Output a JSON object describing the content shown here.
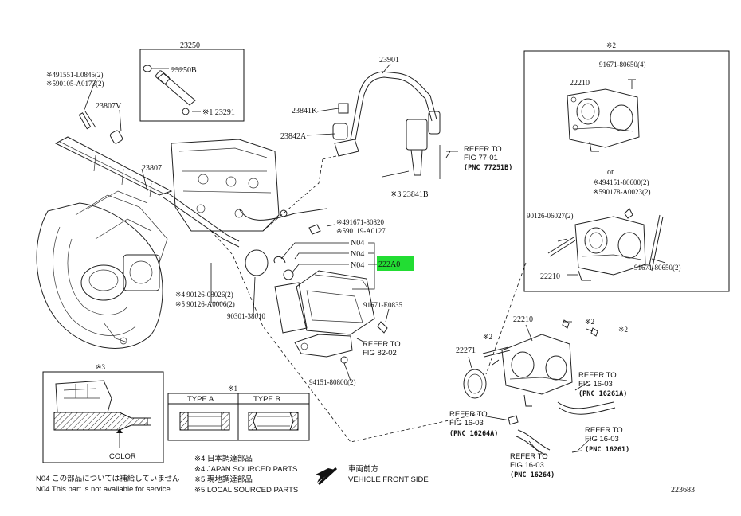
{
  "highlight_color": "#22dd33",
  "labels": {
    "p23250": "23250",
    "p23250b": "23250B",
    "p23291": "※1 23291",
    "p91551": "※491551-L0845(2)",
    "p90105": "※590105-A0173(2)",
    "p23807v": "23807V",
    "p23807": "23807",
    "p23901": "23901",
    "p23841k": "23841K",
    "p23842a": "23842A",
    "p23841b": "※3 23841B",
    "p91671_80820": "※491671-80820",
    "p90119": "※590119-A0127",
    "n04a": "N04",
    "n04b": "N04",
    "n04c": "N04",
    "p222a0": "222A0",
    "p90126_08026": "※4 90126-08026(2)",
    "p90126_a0006": "※5 90126-A0006(2)",
    "p90301": "90301-38010",
    "p91671_e0835": "91671-E0835",
    "p94151_80800": "94151-80800(2)",
    "box_top_mark": "※2",
    "p91671_80650_4": "91671-80650(4)",
    "p22210_a": "22210",
    "or": "or",
    "p94151_80600": "※494151-80600(2)",
    "p590178": "※590178-A0023(2)",
    "p90126_06027": "90126-06027(2)",
    "p91671_80650_2": "91671-80650(2)",
    "p22210_b": "22210",
    "p22210_c": "22210",
    "p22271": "22271",
    "mark2_a": "※2",
    "mark2_b": "※2",
    "mark2_c": "※2",
    "mark3": "※3",
    "mark1": "※1",
    "color": "COLOR",
    "type_a": "TYPE A",
    "type_b": "TYPE B",
    "diagram_number": "223683"
  },
  "refs": {
    "r1": [
      "REFER TO",
      "FIG 77-01",
      "(PNC 77251B)"
    ],
    "r2": [
      "REFER TO",
      "FIG 82-02"
    ],
    "r3": [
      "REFER TO",
      "FIG 16-03",
      "(PNC 16261A)"
    ],
    "r4": [
      "REFER TO",
      "FIG 16-03",
      "(PNC 16264A)"
    ],
    "r5": [
      "REFER TO",
      "FIG 16-03",
      "(PNC 16261)"
    ],
    "r6": [
      "REFER TO",
      "FIG 16-03",
      "(PNC 16264)"
    ]
  },
  "legend": {
    "l1": "※4 日本調達部品",
    "l2": "※4 JAPAN SOURCED PARTS",
    "l3": "※5 現地調達部品",
    "l4": "※5 LOCAL SOURCED PARTS",
    "n04_jp": "N04  この部品については補給していません",
    "n04_en": "N04  This part is not available for service",
    "front_jp": "車両前方",
    "front_en": "VEHICLE FRONT SIDE"
  }
}
